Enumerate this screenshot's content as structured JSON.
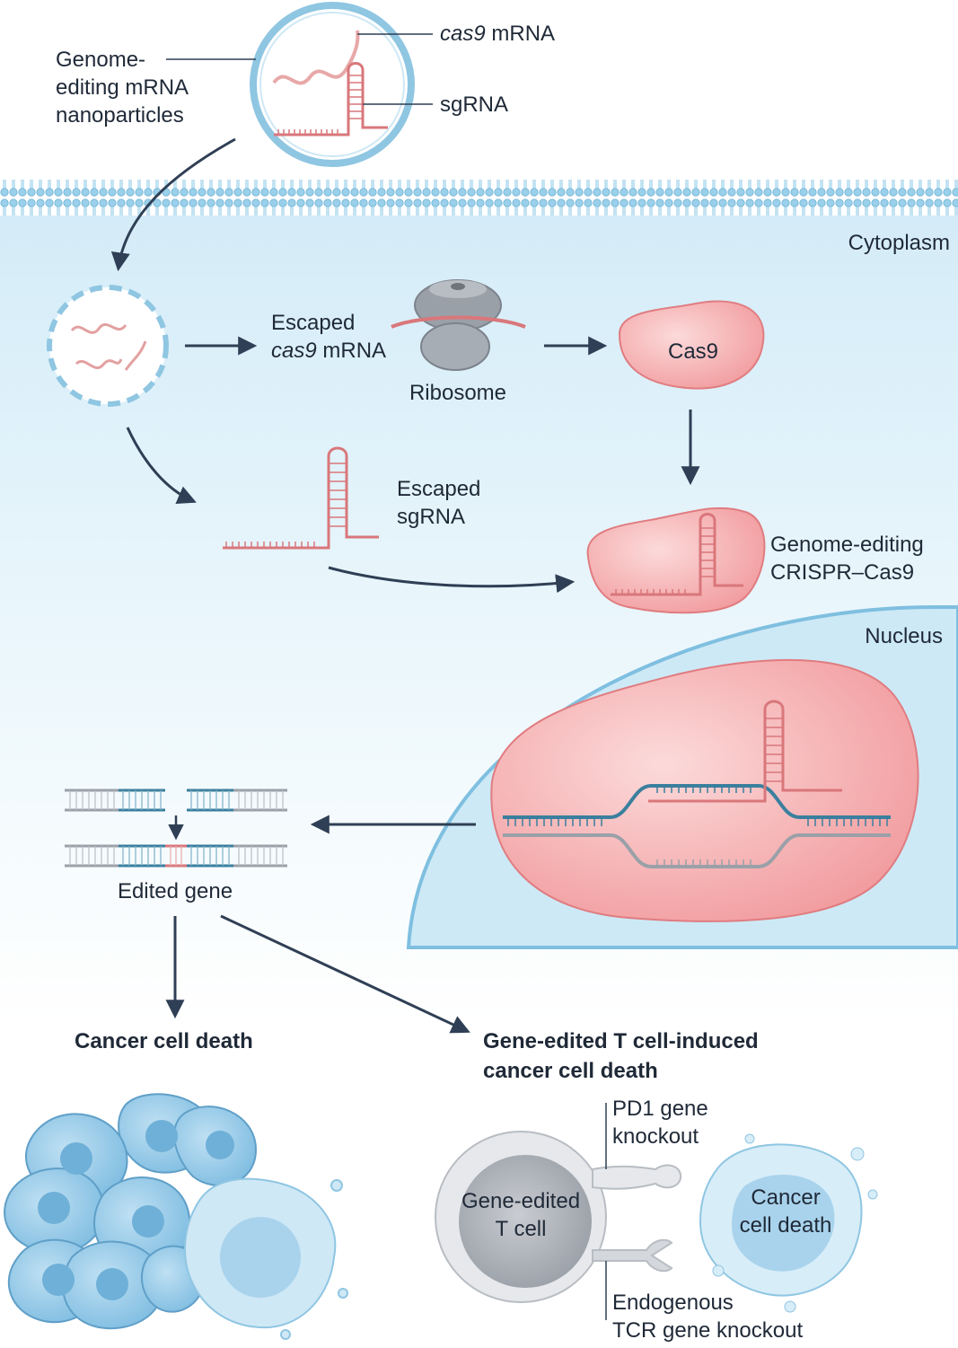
{
  "labels": {
    "nanoparticle": [
      "Genome-",
      "editing mRNA",
      "nanoparticles"
    ],
    "cas9_mrna_italic": "cas9",
    "cas9_mrna_rest": " mRNA",
    "sgrna": "sgRNA",
    "cytoplasm": "Cytoplasm",
    "escaped_mrna_line1": "Escaped",
    "escaped_mrna_italic": "cas9",
    "escaped_mrna_rest": " mRNA",
    "ribosome": "Ribosome",
    "cas9_protein": "Cas9",
    "escaped_sgrna": [
      "Escaped",
      "sgRNA"
    ],
    "genome_editing_complex": [
      "Genome-editing",
      "CRISPR–Cas9"
    ],
    "nucleus": "Nucleus",
    "edited_gene": "Edited gene",
    "cancer_cell_death": "Cancer cell death",
    "tcell_induced_death": [
      "Gene-edited T cell-induced",
      "cancer cell death"
    ],
    "pd1_knockout": [
      "PD1 gene",
      "knockout"
    ],
    "tcell": [
      "Gene-edited",
      "T cell"
    ],
    "cancer_cell_death_small": [
      "Cancer",
      "cell death"
    ],
    "tcr_knockout": [
      "Endogenous",
      "TCR gene knockout"
    ]
  },
  "colors": {
    "cytoplasm": "#e4f3fb",
    "nucleus": "#bfe3f4",
    "membrane": "#8fc6e2",
    "arrow": "#2f3f55",
    "rna": "#d9777b",
    "protein": "#f6b3b3",
    "dna": "#3b7f9e",
    "cell": "#9ccde9"
  }
}
